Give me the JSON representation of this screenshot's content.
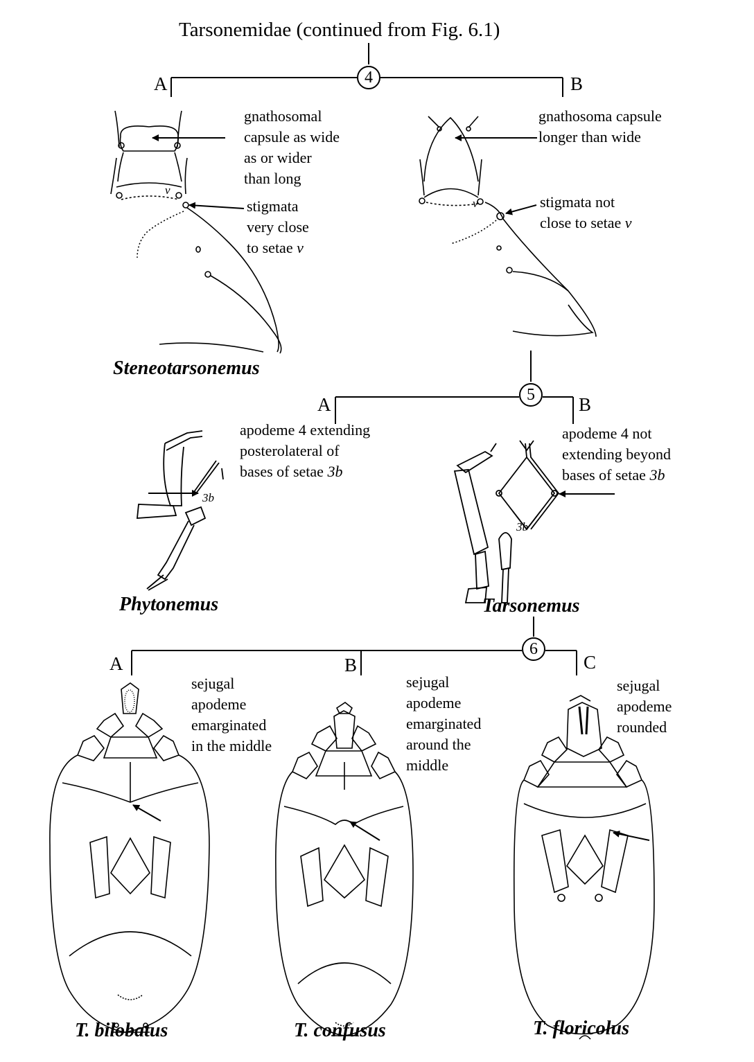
{
  "title": "Tarsonemidae (continued from Fig. 6.1)",
  "couplet4": {
    "number": "4",
    "option_a": {
      "letter": "A",
      "text": [
        "gnathosomal",
        "capsule as wide",
        "as or wider",
        "than long"
      ],
      "note_lines": [
        "stigmata",
        "very close",
        "to setae "
      ],
      "note_ital": "v",
      "seta_label": "v",
      "genus": "Steneotarsonemus"
    },
    "option_b": {
      "letter": "B",
      "text": [
        "gnathosoma capsule",
        "longer than wide"
      ],
      "note_lines": [
        "stigmata not",
        "close to setae "
      ],
      "note_ital": "v",
      "seta_label": "v"
    }
  },
  "couplet5": {
    "number": "5",
    "option_a": {
      "letter": "A",
      "text_lines": [
        "apodeme 4 extending",
        "posterolateral of",
        "bases of setae "
      ],
      "text_ital": "3b",
      "seta_label": "3b",
      "genus": "Phytonemus"
    },
    "option_b": {
      "letter": "B",
      "text_lines": [
        "apodeme 4 not",
        "extending beyond",
        "bases of setae "
      ],
      "text_ital": "3b",
      "seta_label": "3b",
      "genus": "Tarsonemus"
    }
  },
  "couplet6": {
    "number": "6",
    "option_a": {
      "letter": "A",
      "text": [
        "sejugal",
        "apodeme",
        "emarginated",
        "in the middle"
      ],
      "species": "T. bilobatus"
    },
    "option_b": {
      "letter": "B",
      "text": [
        "sejugal",
        "apodeme",
        "emarginated",
        "around the",
        "middle"
      ],
      "species": "T. confusus"
    },
    "option_c": {
      "letter": "C",
      "text": [
        "sejugal",
        "apodeme",
        "rounded"
      ],
      "species": "T. floricolus"
    }
  },
  "colors": {
    "ink": "#000000",
    "paper": "#ffffff"
  }
}
